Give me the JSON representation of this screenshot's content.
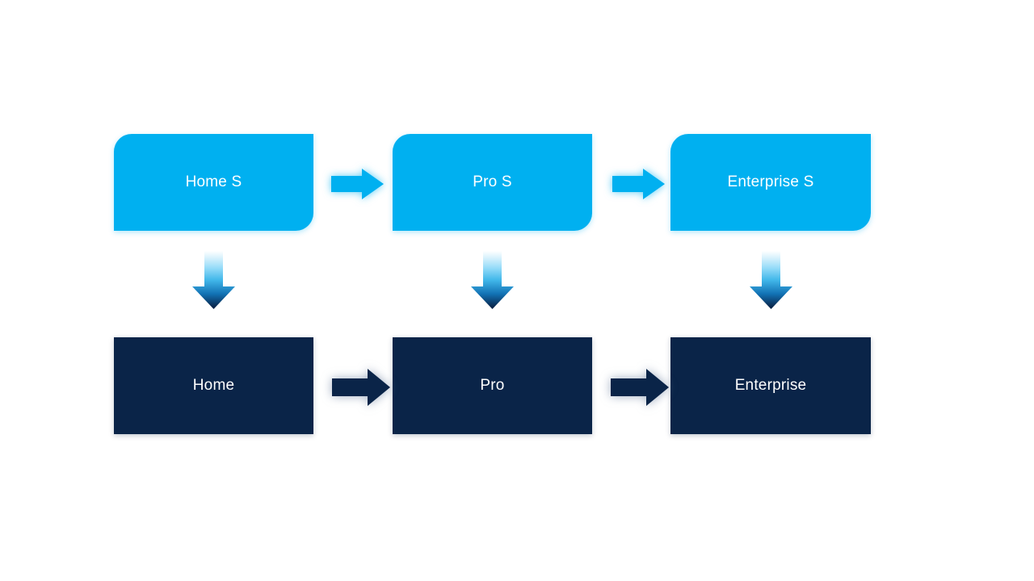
{
  "diagram": {
    "type": "flow-matrix",
    "colors": {
      "accent_light": "#00b0f0",
      "accent_dark": "#0a2448",
      "text_color": "#ffffff",
      "background": "#ffffff"
    },
    "columns": [
      {
        "top_label": "Home S",
        "bottom_label": "Home"
      },
      {
        "top_label": "Pro S",
        "bottom_label": "Pro"
      },
      {
        "top_label": "Enterprise S",
        "bottom_label": "Enterprise"
      }
    ]
  }
}
